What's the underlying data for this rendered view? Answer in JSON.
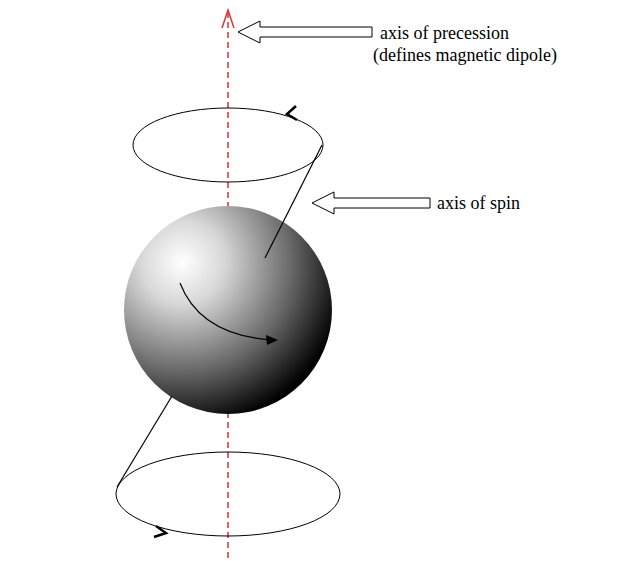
{
  "diagram": {
    "labels": [
      "axis of precession",
      "(defines magnetic dipole)",
      "axis of spin"
    ]
  }
}
